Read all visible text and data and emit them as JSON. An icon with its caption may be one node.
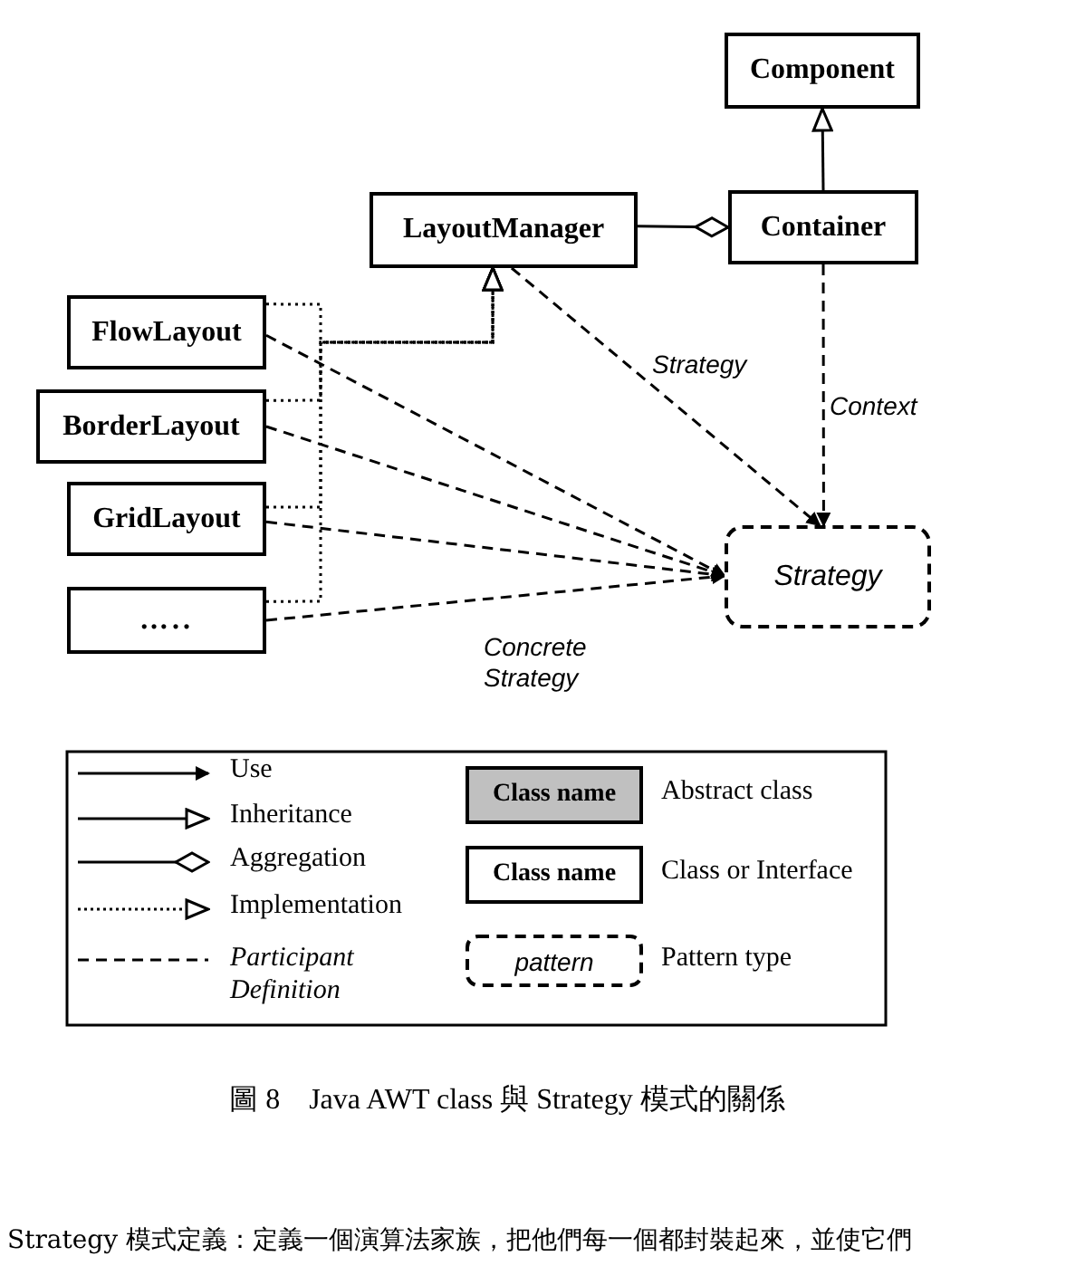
{
  "diagram": {
    "caption": "圖 8　Java AWT class 與 Strategy 模式的關係",
    "nodes": [
      {
        "text": [
          "Component"
        ]
      },
      {
        "text": [
          "LayoutManager"
        ]
      },
      {
        "text": [
          "Container"
        ]
      },
      {
        "text": [
          "FlowLayout"
        ]
      },
      {
        "text": [
          "BorderLayout"
        ]
      },
      {
        "text": [
          "GridLayout"
        ]
      },
      {
        "text": [
          "….."
        ]
      },
      {
        "text": [
          "Strategy"
        ]
      }
    ],
    "edges": [
      {
        "from": 2,
        "to": 0,
        "arrow": "to"
      },
      {
        "from": 1,
        "to": 2,
        "arrow": "other"
      },
      {
        "from": 3,
        "to": 1,
        "arrow": "to",
        "style": "dashed"
      },
      {
        "from": 4,
        "to": 1,
        "arrow": "to",
        "style": "dashed"
      },
      {
        "from": 5,
        "to": 1,
        "arrow": "to",
        "style": "dashed"
      },
      {
        "from": 6,
        "to": 1,
        "arrow": "to",
        "style": "dashed"
      },
      {
        "from": 1,
        "to": 7,
        "arrow": "to",
        "style": "dashed",
        "label": "Strategy"
      },
      {
        "from": 2,
        "to": 7,
        "arrow": "to",
        "style": "dashed",
        "label": "Context"
      },
      {
        "from": 3,
        "to": 7,
        "arrow": "to",
        "style": "dashed"
      },
      {
        "from": 4,
        "to": 7,
        "arrow": "to",
        "style": "dashed"
      },
      {
        "from": 5,
        "to": 7,
        "arrow": "to",
        "style": "dashed"
      },
      {
        "from": 6,
        "to": 7,
        "arrow": "to",
        "style": "dashed",
        "label": "Concrete Strategy"
      }
    ],
    "labels": [
      "Class name",
      "Class name",
      "pattern",
      "Strategy 模式定義：定義一個演算法家族，把他們每一個都封裝起來，並使它們"
    ],
    "legend": [
      {
        "text": "Use"
      },
      {
        "text": "Inheritance"
      },
      {
        "text": "Aggregation"
      },
      {
        "text": "Implementation"
      },
      {
        "text": "Participant Definition"
      },
      {
        "text": "Abstract class",
        "color": "#c0c0c0"
      },
      {
        "text": "Class or Interface",
        "color": "#ffffff"
      },
      {
        "text": "Pattern type"
      }
    ]
  }
}
